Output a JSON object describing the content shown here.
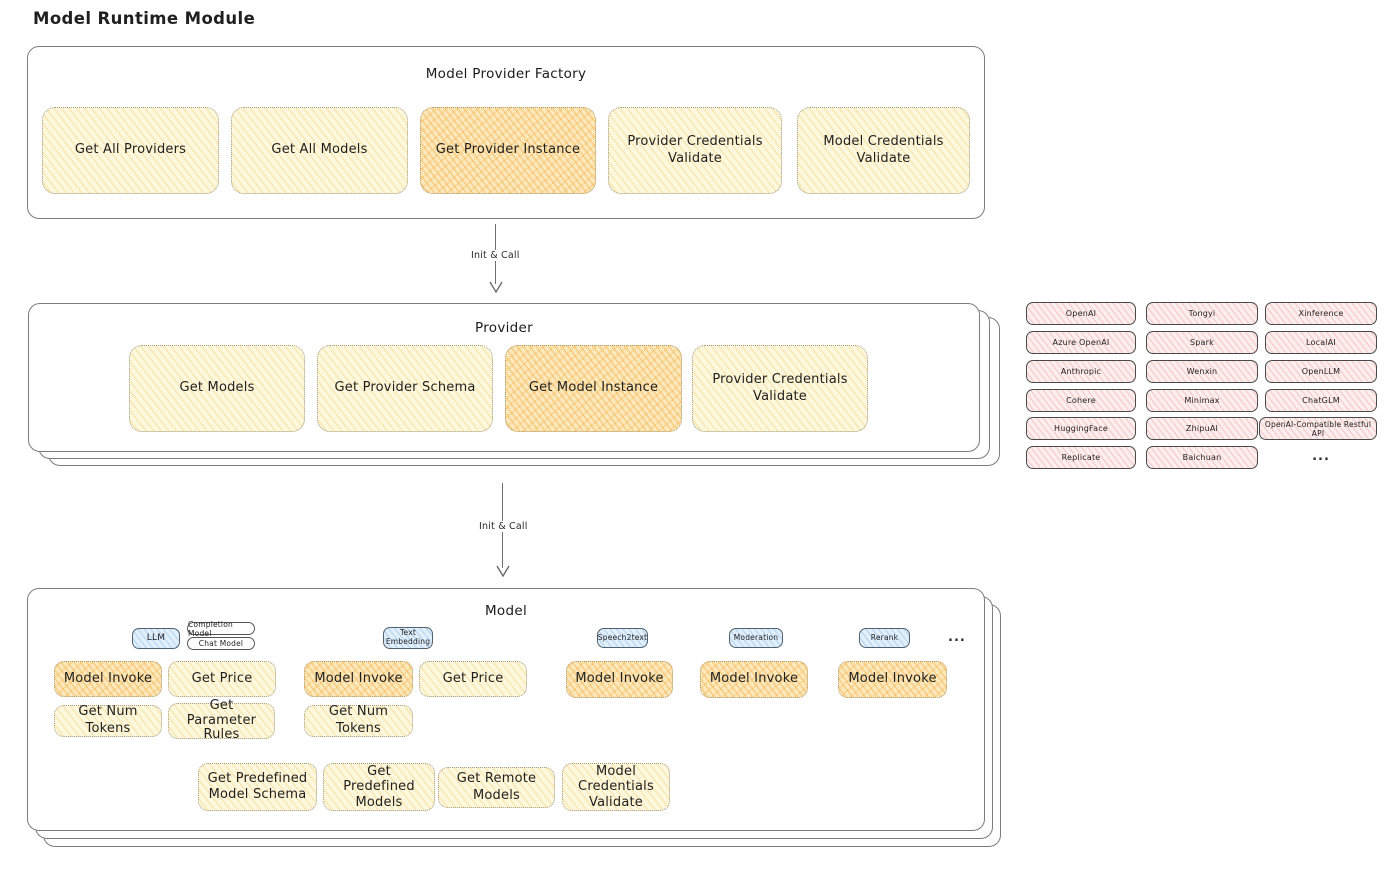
{
  "title": "Model Runtime Module",
  "colors": {
    "function_yellow": "#fdf7dd",
    "function_highlight_orange": "#fce8bd",
    "provider_pink": "#fdeeee",
    "model_type_blue": "#e1effb"
  },
  "factory": {
    "title": "Model Provider Factory",
    "buttons": [
      {
        "label": "Get All Providers"
      },
      {
        "label": "Get All Models"
      },
      {
        "label": "Get Provider Instance"
      },
      {
        "label": "Provider Credentials Validate"
      },
      {
        "label": "Model Credentials Validate"
      }
    ]
  },
  "arrows": {
    "factory_to_provider": "Init & Call",
    "provider_to_model": "Init & Call"
  },
  "provider": {
    "title": "Provider",
    "buttons": [
      {
        "label": "Get Models"
      },
      {
        "label": "Get Provider Schema"
      },
      {
        "label": "Get Model Instance"
      },
      {
        "label": "Provider Credentials Validate"
      }
    ]
  },
  "providers_grid": {
    "columns": [
      [
        "OpenAI",
        "Azure OpenAI",
        "Anthropic",
        "Cohere",
        "HuggingFace",
        "Replicate"
      ],
      [
        "Tongyi",
        "Spark",
        "Wenxin",
        "Minimax",
        "ZhipuAI",
        "Baichuan"
      ],
      [
        "Xinference",
        "LocalAI",
        "OpenLLM",
        "ChatGLM",
        "OpenAI-Compatible Restful API"
      ]
    ],
    "ellipsis": "..."
  },
  "model": {
    "title": "Model",
    "groups": [
      {
        "badge": "LLM",
        "sub_badges": [
          "Completion Model",
          "Chat Model"
        ],
        "buttons": [
          "Model Invoke",
          "Get Price",
          "Get Num Tokens",
          "Get Parameter Rules"
        ]
      },
      {
        "badge": "Text Embedding",
        "buttons": [
          "Model Invoke",
          "Get Price",
          "Get Num Tokens"
        ]
      },
      {
        "badge": "Speech2text",
        "buttons": [
          "Model Invoke"
        ]
      },
      {
        "badge": "Moderation",
        "buttons": [
          "Model Invoke"
        ]
      },
      {
        "badge": "Rerank",
        "buttons": [
          "Model Invoke"
        ]
      }
    ],
    "types_ellipsis": "...",
    "bottom_buttons": [
      "Get Predefined Model Schema",
      "Get Predefined Models",
      "Get Remote Models",
      "Model Credentials Validate"
    ]
  }
}
